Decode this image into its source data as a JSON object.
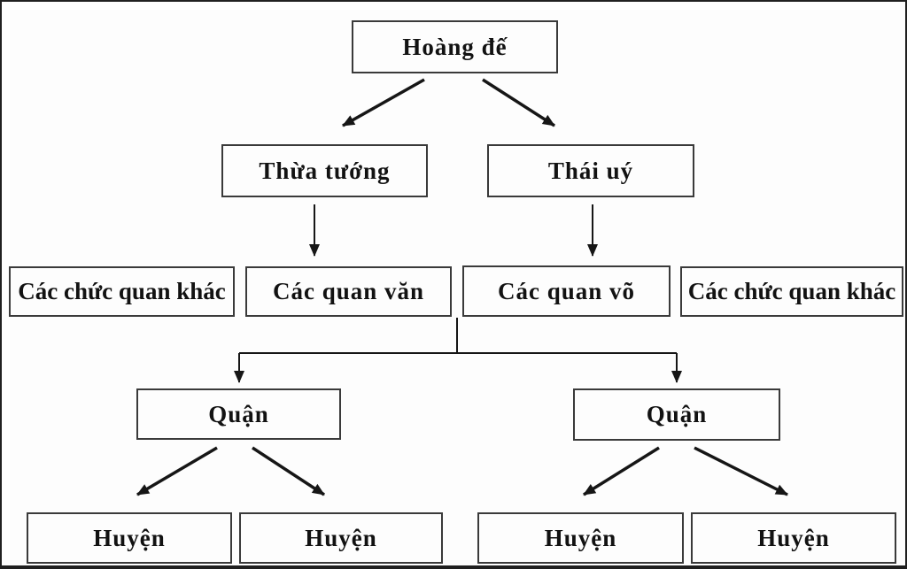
{
  "diagram": {
    "type": "org-chart",
    "language": "vi",
    "nodes": [
      {
        "id": "hoang-de",
        "label": "Hoàng đế"
      },
      {
        "id": "thua-tuong",
        "label": "Thừa tướng"
      },
      {
        "id": "thai-uy",
        "label": "Thái uý"
      },
      {
        "id": "cac-chuc-quan-khac-trai",
        "label": "Các chức quan khác"
      },
      {
        "id": "cac-quan-van",
        "label": "Các quan văn"
      },
      {
        "id": "cac-quan-vo",
        "label": "Các quan võ"
      },
      {
        "id": "cac-chuc-quan-khac-phai",
        "label": "Các chức quan khác"
      },
      {
        "id": "quan-trai",
        "label": "Quận"
      },
      {
        "id": "quan-phai",
        "label": "Quận"
      },
      {
        "id": "huyen-1",
        "label": "Huyện"
      },
      {
        "id": "huyen-2",
        "label": "Huyện"
      },
      {
        "id": "huyen-3",
        "label": "Huyện"
      },
      {
        "id": "huyen-4",
        "label": "Huyện"
      }
    ],
    "edges": [
      {
        "from": "hoang-de",
        "to": "thua-tuong",
        "style": "diagonal-arrow"
      },
      {
        "from": "hoang-de",
        "to": "thai-uy",
        "style": "diagonal-arrow"
      },
      {
        "from": "thua-tuong",
        "to": "cac-quan-van",
        "style": "vertical-arrow"
      },
      {
        "from": "thai-uy",
        "to": "cac-quan-vo",
        "style": "vertical-arrow"
      },
      {
        "from": "cac-quan-van,cac-quan-vo",
        "to": "quan-trai",
        "style": "elbow-arrow"
      },
      {
        "from": "cac-quan-van,cac-quan-vo",
        "to": "quan-phai",
        "style": "elbow-arrow"
      },
      {
        "from": "quan-trai",
        "to": "huyen-1",
        "style": "diagonal-arrow"
      },
      {
        "from": "quan-trai",
        "to": "huyen-2",
        "style": "diagonal-arrow"
      },
      {
        "from": "quan-phai",
        "to": "huyen-3",
        "style": "diagonal-arrow"
      },
      {
        "from": "quan-phai",
        "to": "huyen-4",
        "style": "diagonal-arrow"
      }
    ],
    "colors": {
      "background": "#fdfdfd",
      "box_border": "#3a3a3a",
      "arrow": "#161616",
      "text": "#121212",
      "outer_frame": "#1f1f1f"
    }
  }
}
